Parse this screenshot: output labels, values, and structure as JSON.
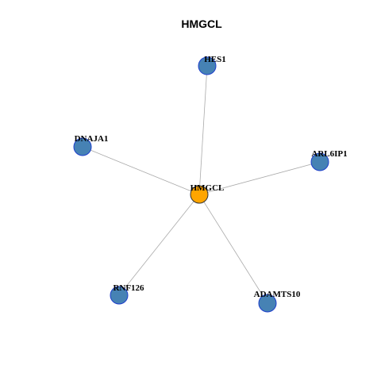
{
  "graph": {
    "title": "HMGCL",
    "center": {
      "id": "HMGCL",
      "label": "HMGCL",
      "fill": "#FFA500",
      "stroke": "#333333"
    },
    "neighbors": [
      {
        "id": "HES1",
        "label": "HES1"
      },
      {
        "id": "ARL6IP1",
        "label": "ARL6IP1"
      },
      {
        "id": "ADAMTS10",
        "label": "ADAMTS10"
      },
      {
        "id": "RNF126",
        "label": "RNF126"
      },
      {
        "id": "DNAJA1",
        "label": "DNAJA1"
      }
    ],
    "neighbor_fill": "#4682B4",
    "neighbor_stroke": "#1E3FCC",
    "edge_color": "#AAAAAA",
    "edges": [
      [
        "HMGCL",
        "HES1"
      ],
      [
        "HMGCL",
        "ARL6IP1"
      ],
      [
        "HMGCL",
        "ADAMTS10"
      ],
      [
        "HMGCL",
        "RNF126"
      ],
      [
        "HMGCL",
        "DNAJA1"
      ]
    ]
  }
}
